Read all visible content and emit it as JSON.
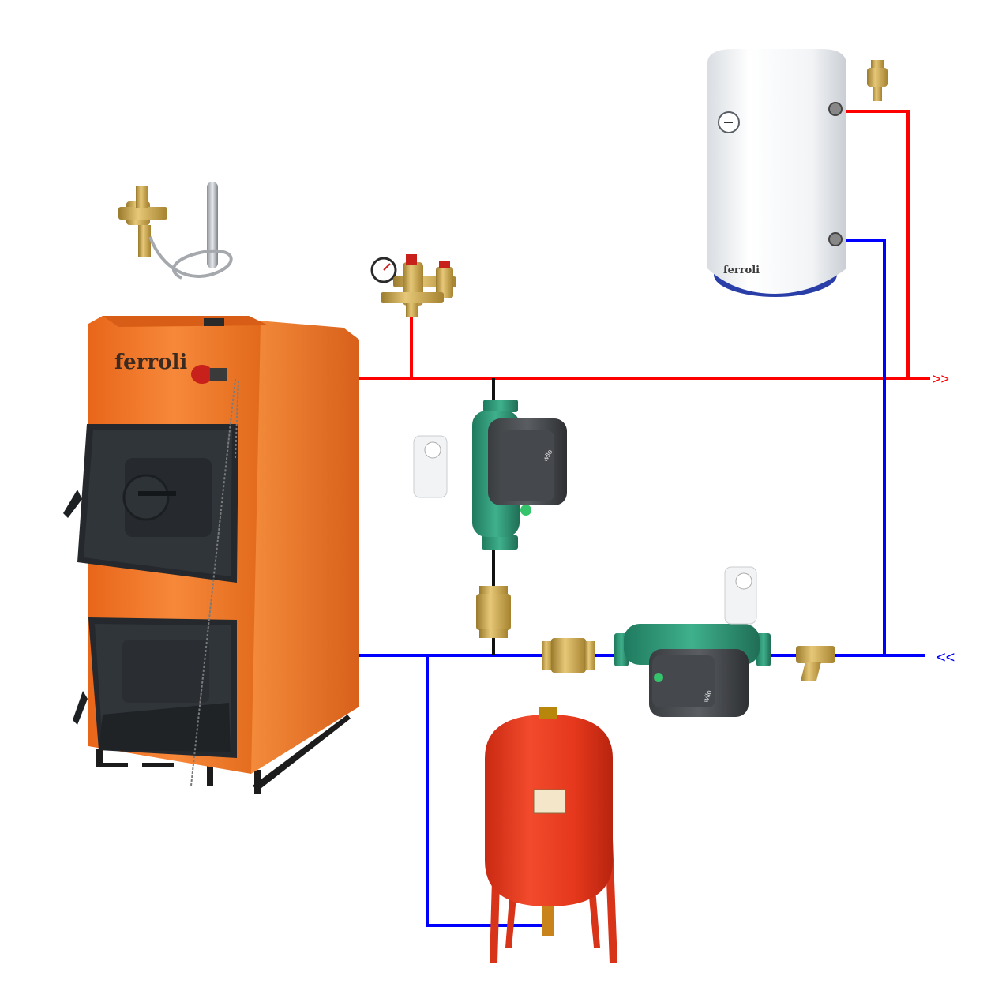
{
  "diagram": {
    "boiler": {
      "brand": "ferroli"
    },
    "water_heater": {
      "brand": "ferroli"
    },
    "pumps": [
      {
        "brand": "wilo"
      },
      {
        "brand": "wilo"
      }
    ],
    "supply_arrow": ">>",
    "return_arrow": "<<",
    "colors": {
      "supply_pipe": "#ff0000",
      "return_pipe": "#0000ff",
      "boiler_body": "#f47a1f",
      "expansion_tank": "#e8321e",
      "pump_body": "#2f9e7e"
    }
  }
}
